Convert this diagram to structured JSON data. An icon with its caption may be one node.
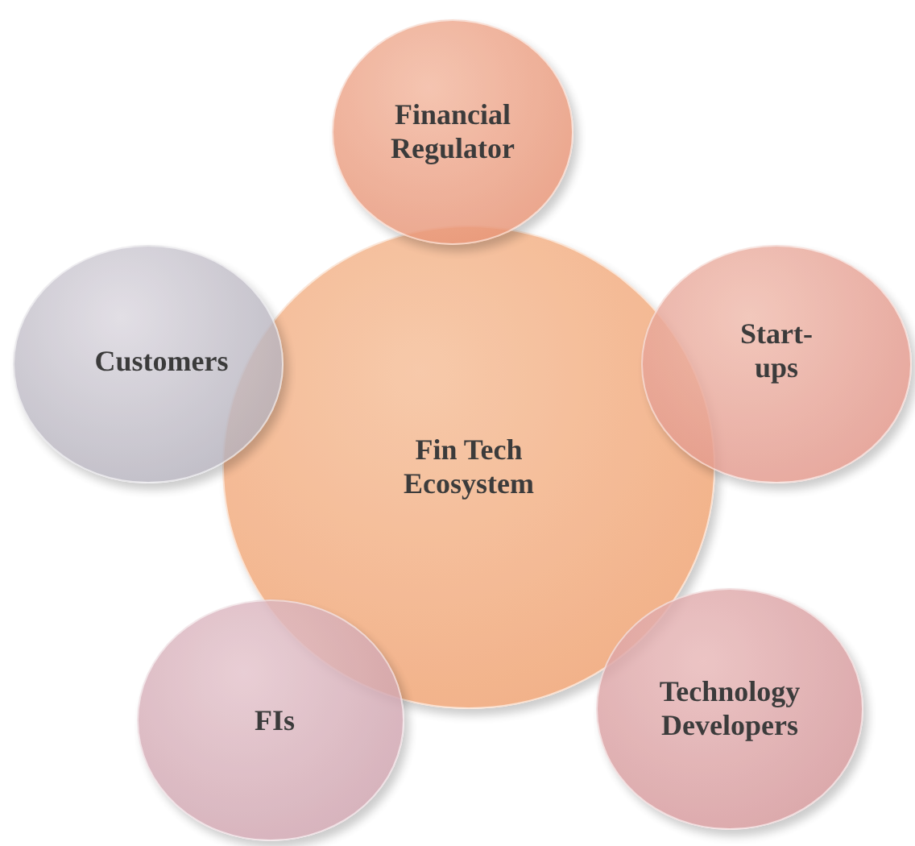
{
  "diagram": {
    "nodes": [
      {
        "text": [
          "Fin Tech Ecosystem"
        ]
      },
      {
        "text": [
          "Financial Regulator"
        ]
      },
      {
        "text": [
          "Start-ups"
        ]
      },
      {
        "text": [
          "Technology Developers"
        ]
      },
      {
        "text": [
          "FIs"
        ]
      },
      {
        "text": [
          "Customers"
        ]
      }
    ],
    "edges": []
  }
}
